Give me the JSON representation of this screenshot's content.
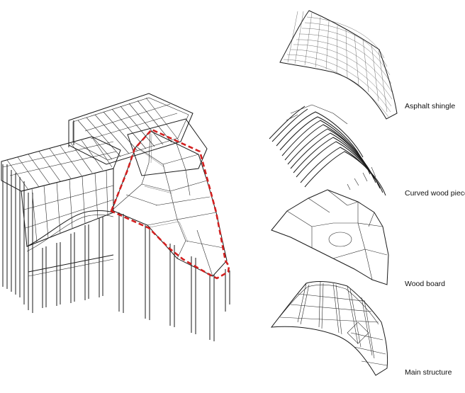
{
  "labels": {
    "asphalt_shingle": "Asphalt shingle",
    "curved_wood_piece": "Curved wood piece",
    "wood_board": "Wood board",
    "main_structure": "Main structure"
  },
  "colors": {
    "line": "#1a1a1a",
    "highlight": "#d21f1f",
    "background": "#ffffff"
  }
}
